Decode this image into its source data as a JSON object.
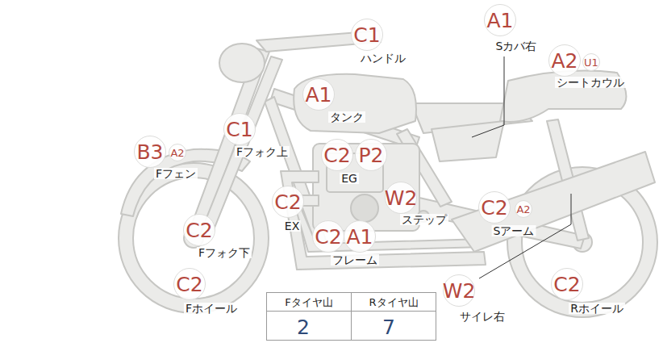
{
  "diagram": {
    "labels": [
      "C1",
      "ハンドル",
      "A1",
      "Sカバ右",
      "A2",
      "U1",
      "シートカウル",
      "A1",
      "タンク",
      "C1",
      "Fフォク上",
      "B3",
      "A2",
      "Fフェン",
      "C2",
      "P2",
      "EG",
      "C2",
      "EX",
      "W2",
      "ステップ",
      "C2",
      "A2",
      "Sアーム",
      "C2",
      "Fフォク下",
      "C2",
      "A1",
      "フレーム",
      "C2",
      "Fホイール",
      "W2",
      "サイレ右",
      "C2",
      "Rホイール",
      "Fタイヤ山",
      "Rタイヤ山",
      "2",
      "7"
    ]
  }
}
